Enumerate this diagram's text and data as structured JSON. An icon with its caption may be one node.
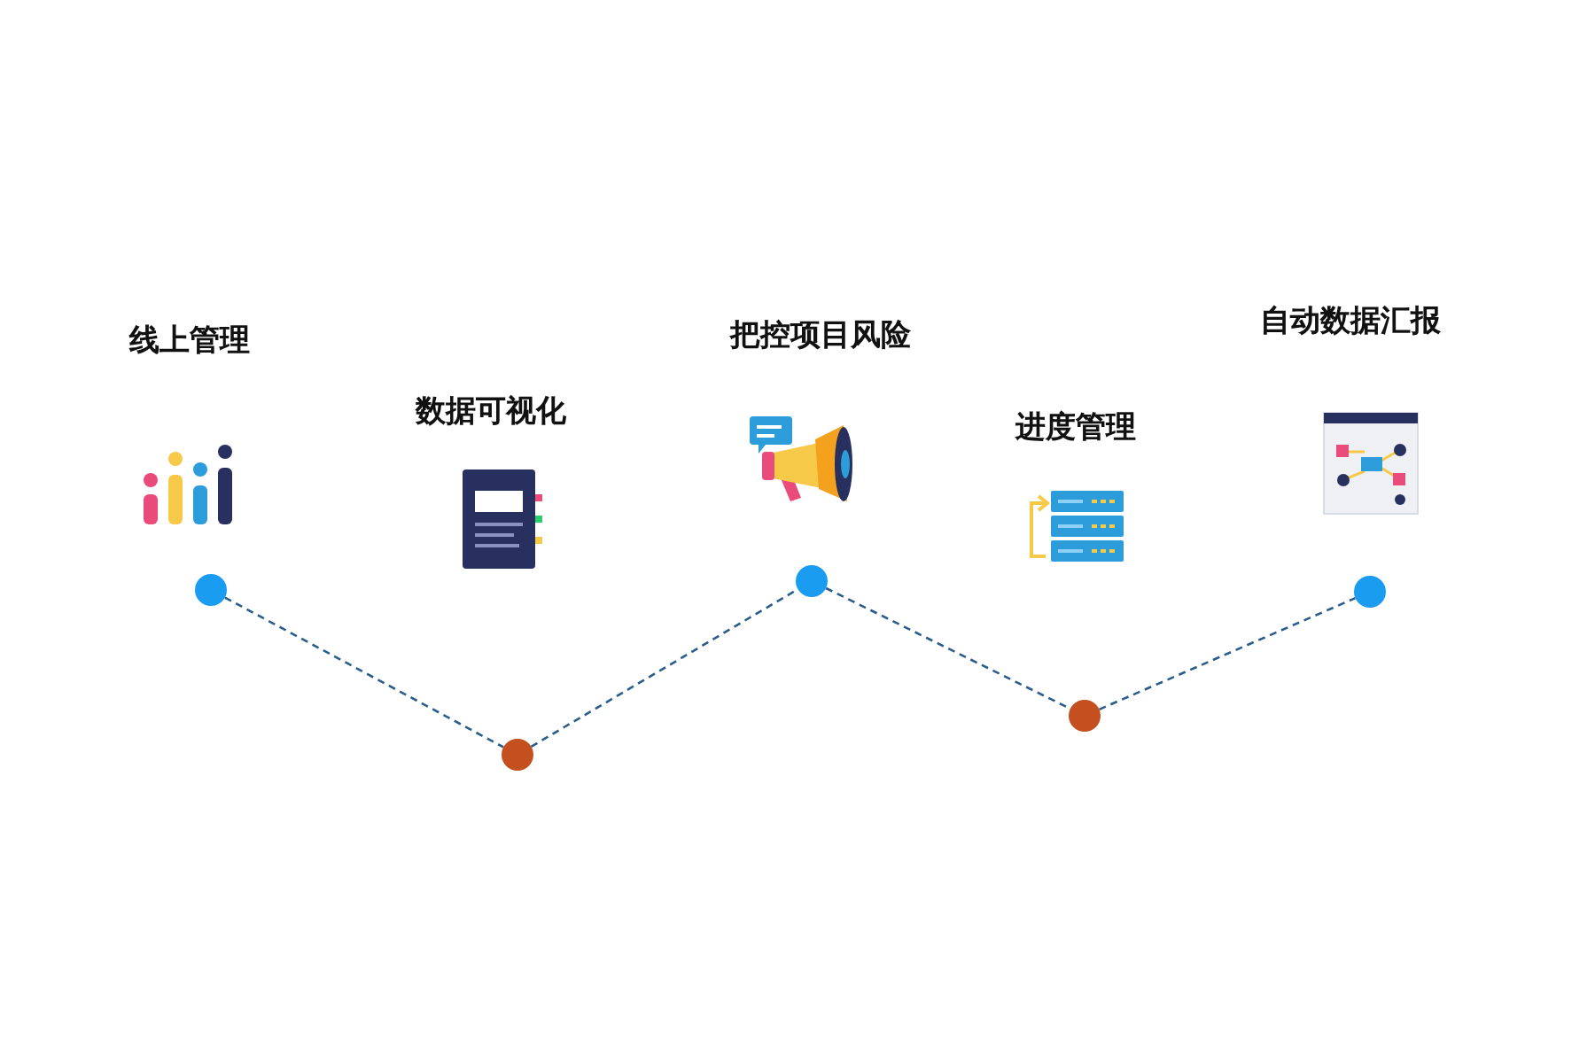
{
  "diagram": {
    "nodes": [
      {
        "text": [],
        "shape": "circle"
      },
      {
        "text": [],
        "shape": "circle"
      },
      {
        "text": [],
        "shape": "circle"
      },
      {
        "text": [],
        "shape": "circle"
      },
      {
        "text": [],
        "shape": "circle"
      }
    ],
    "edges": [
      {
        "from": 0,
        "to": 1,
        "arrow": "none",
        "style": "dashed"
      },
      {
        "from": 1,
        "to": 2,
        "arrow": "none",
        "style": "dashed"
      },
      {
        "from": 2,
        "to": 3,
        "arrow": "none",
        "style": "dashed"
      },
      {
        "from": 3,
        "to": 4,
        "arrow": "none",
        "style": "dashed"
      }
    ],
    "labels": [
      "线上管理",
      "数据可视化",
      "把控项目风险",
      "进度管理",
      "自动数据汇报"
    ]
  }
}
